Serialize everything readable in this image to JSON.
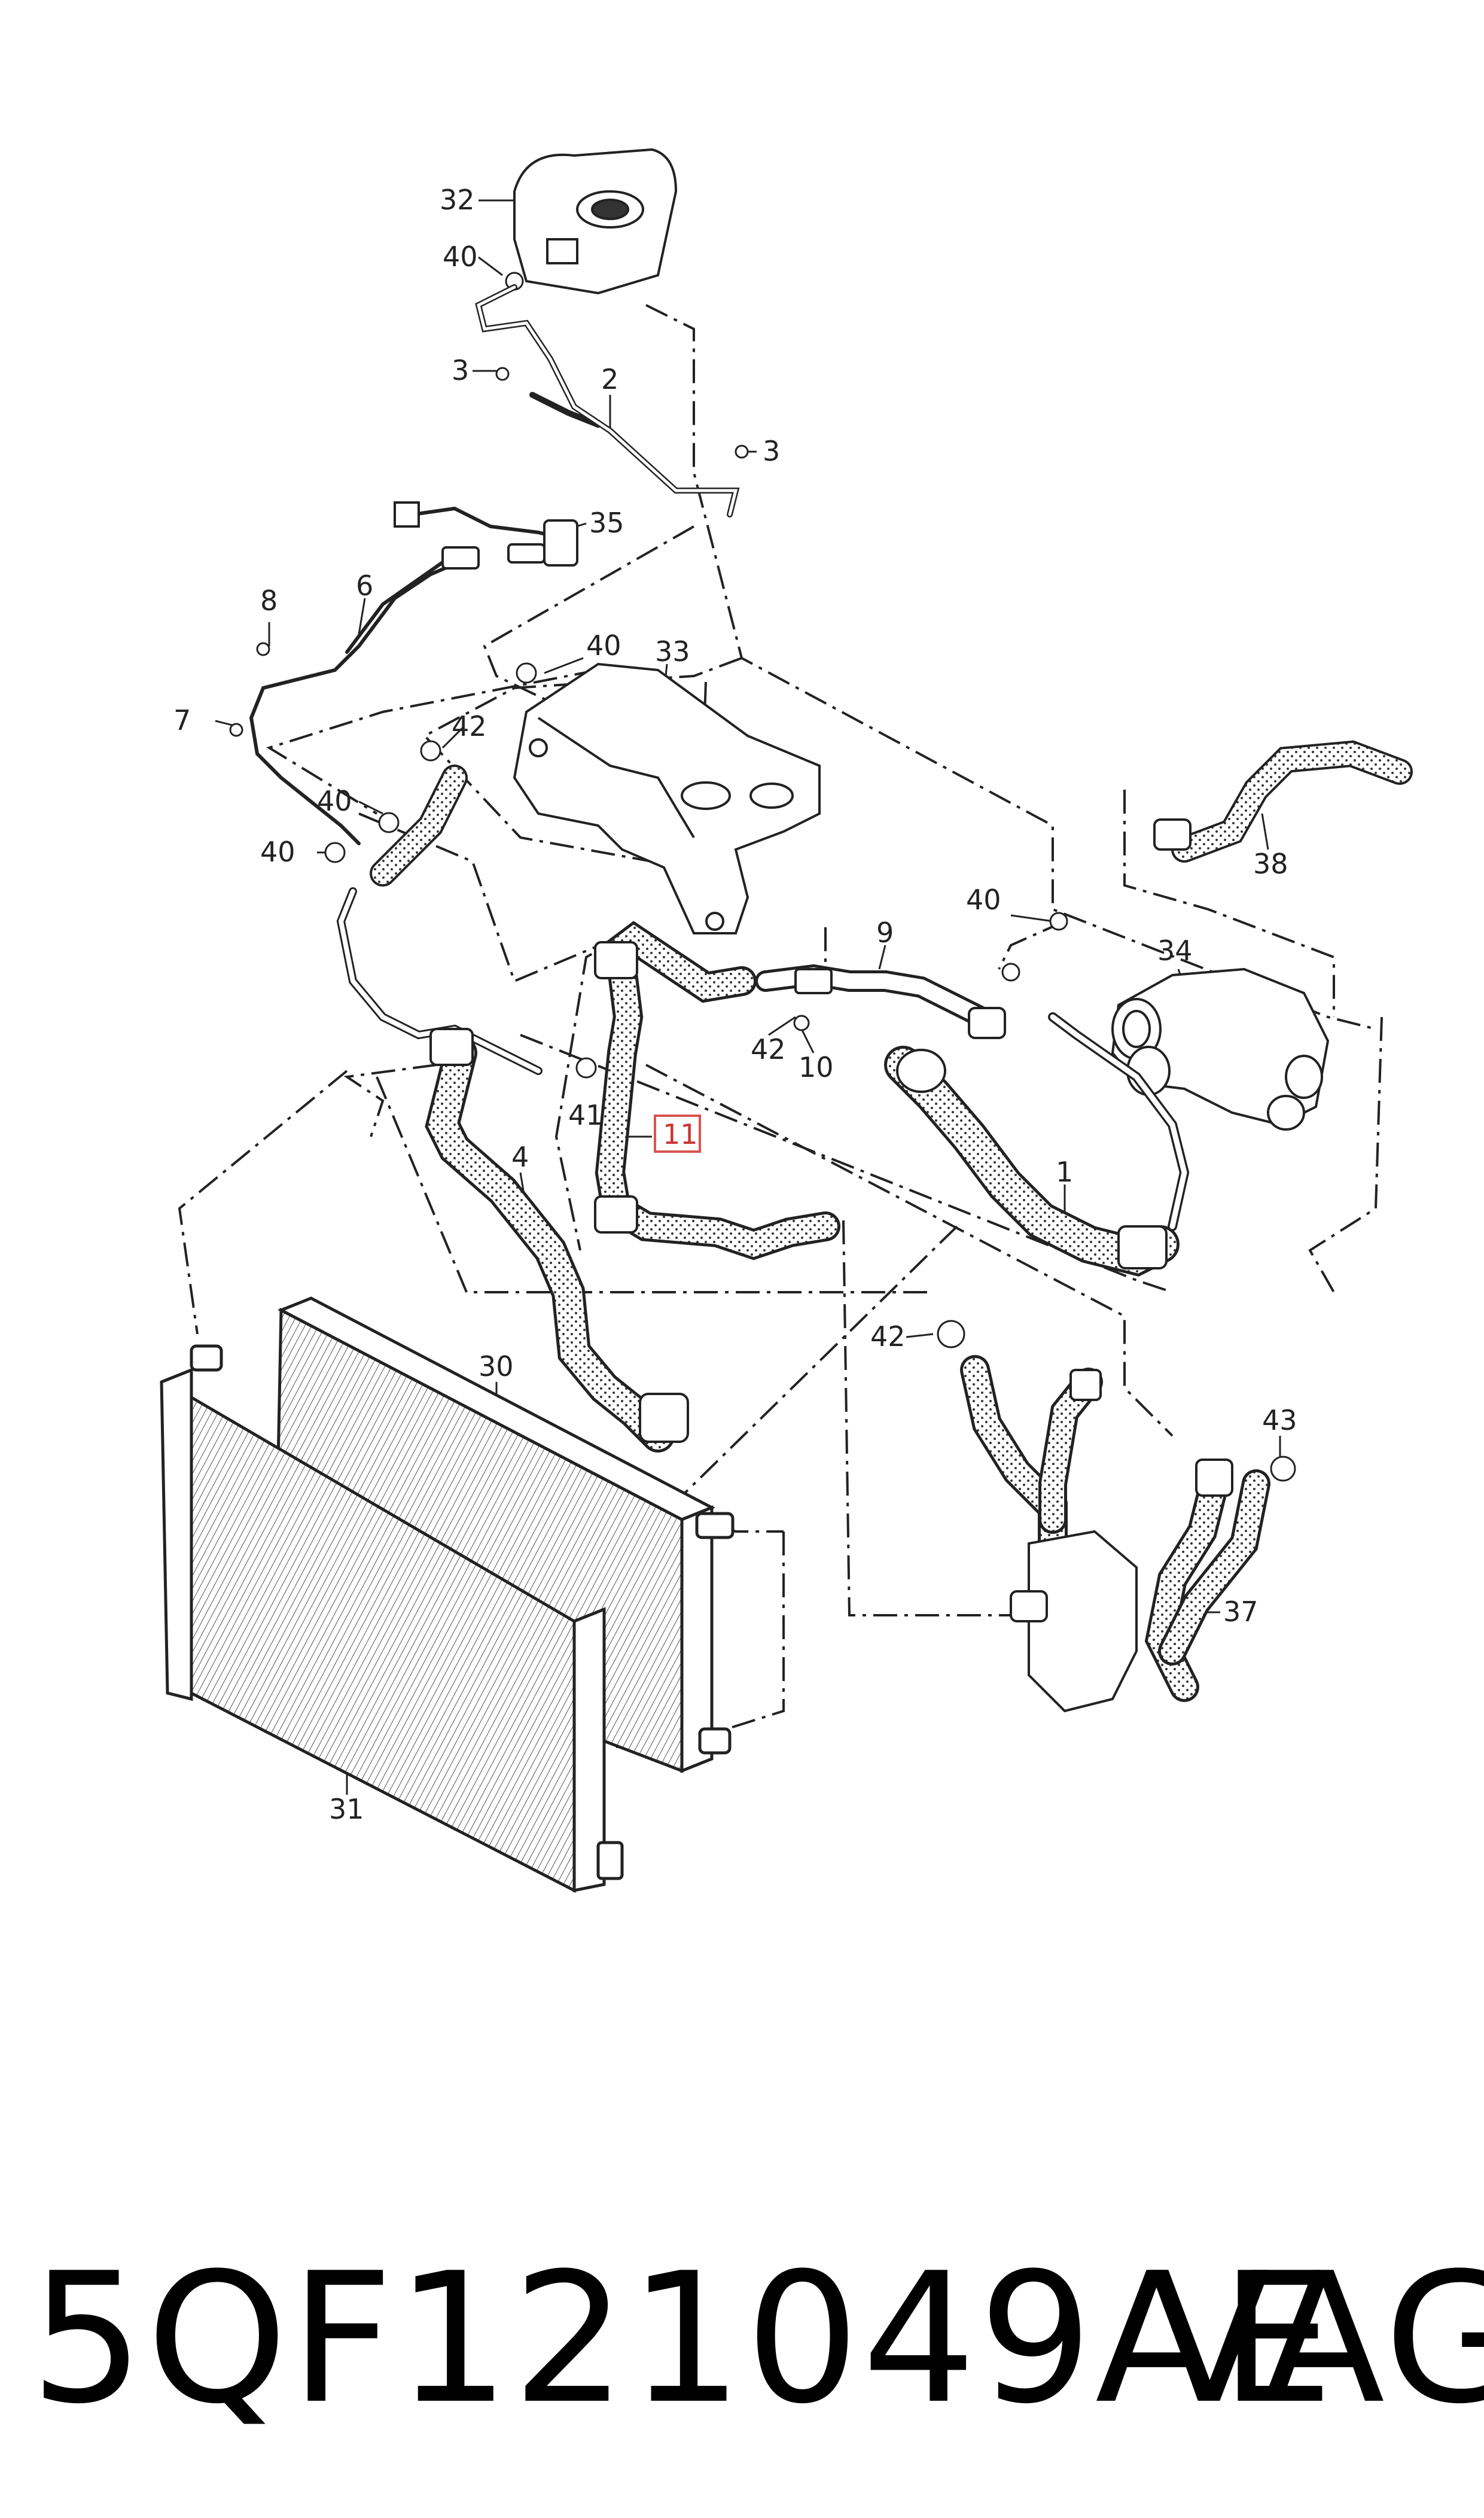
{
  "diagram": {
    "callouts": {
      "c32": "32",
      "c40a": "40",
      "c3a": "3",
      "c2": "2",
      "c3b": "3",
      "c35": "35",
      "c8": "8",
      "c6": "6",
      "c40b": "40",
      "c33": "33",
      "c7": "7",
      "c42a": "42",
      "c40c": "40",
      "c40d": "40",
      "c40e": "40",
      "c9": "9",
      "c38": "38",
      "c34": "34",
      "c42b": "42",
      "c10": "10",
      "c41": "41",
      "c11": "11",
      "c4": "4",
      "c1": "1",
      "c42c": "42",
      "c30": "30",
      "c43": "43",
      "c37": "37",
      "c31": "31"
    },
    "highlight_color": "#d9534f",
    "line_color": "#222222"
  },
  "footer": {
    "part_number": "5QF121049AE",
    "brand": "VAG"
  }
}
